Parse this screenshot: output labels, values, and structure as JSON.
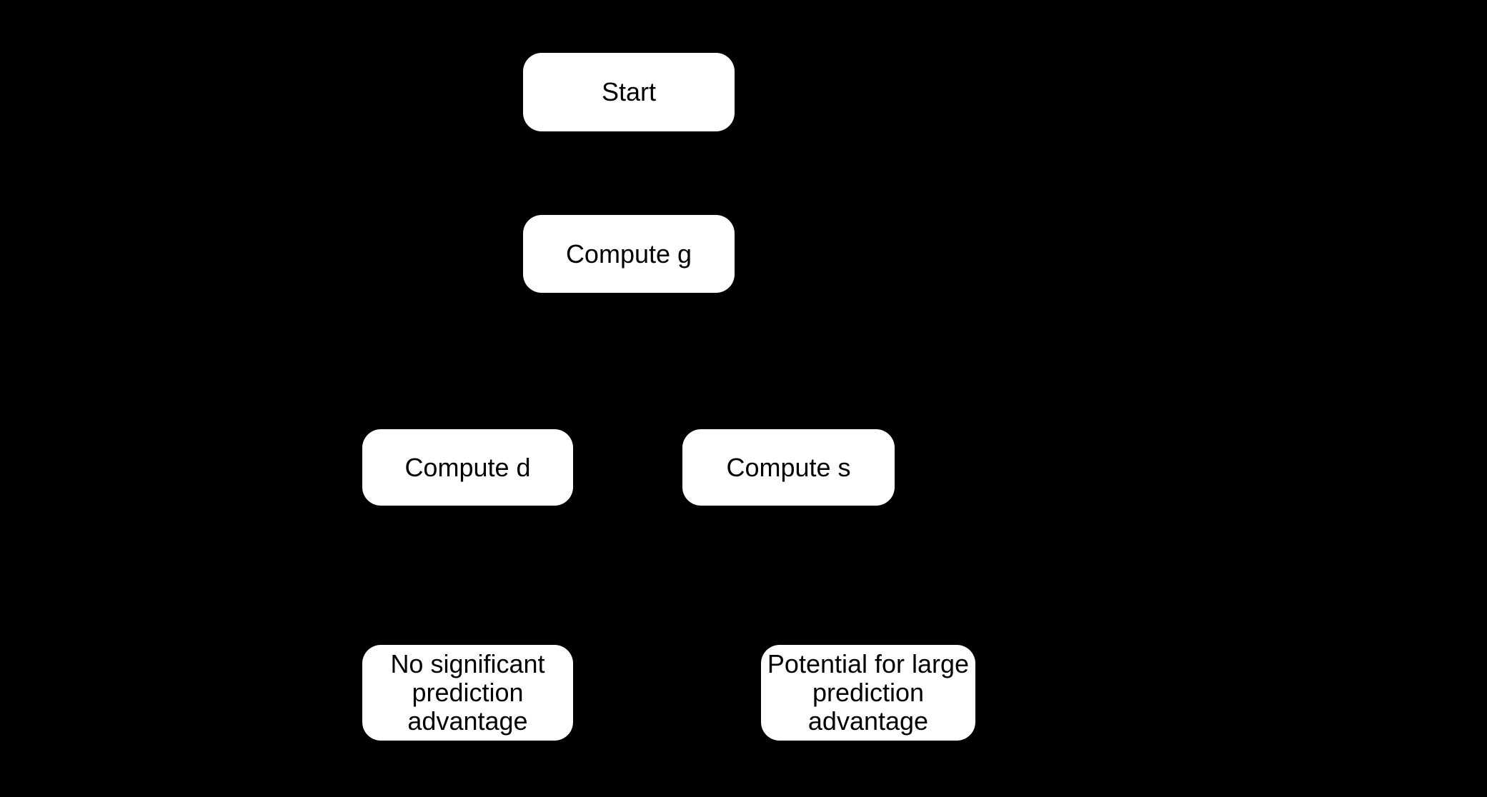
{
  "diagram": {
    "type": "flowchart",
    "colors": {
      "background": "#000000",
      "node_fill": "#ffffff",
      "node_text": "#000000"
    },
    "nodes": {
      "start": {
        "label": "Start"
      },
      "compute_g": {
        "label": "Compute g"
      },
      "compute_d": {
        "label": "Compute d"
      },
      "compute_s": {
        "label": "Compute s"
      },
      "no_advantage": {
        "label": "No significant\nprediction\nadvantage"
      },
      "large_advantage": {
        "label": "Potential for large\nprediction\nadvantage"
      }
    }
  }
}
